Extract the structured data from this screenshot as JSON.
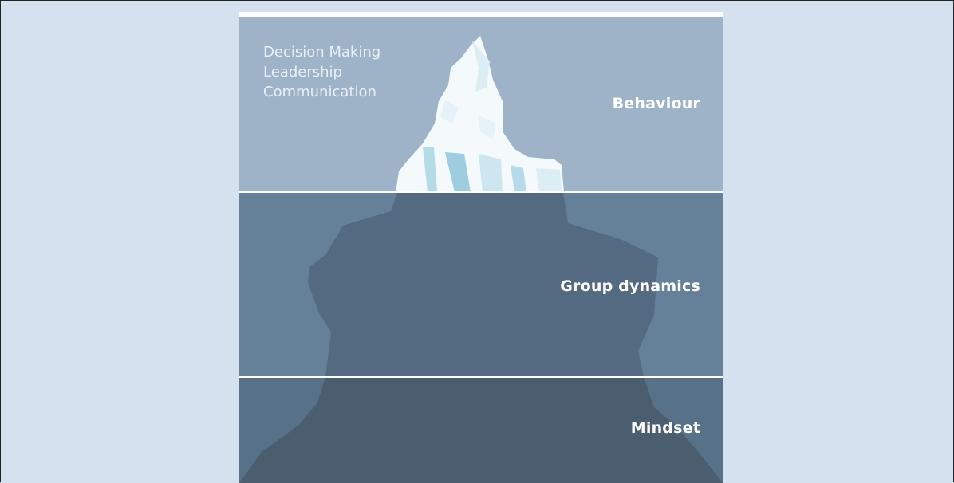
{
  "iceberg": {
    "tip_items": [
      "Decision Making",
      "Leadership",
      "Communication"
    ],
    "layers": {
      "top": "Behaviour",
      "middle": "Group dynamics",
      "bottom": "Mindset"
    }
  },
  "colors": {
    "page_background": "#d5e1ef",
    "sky": "#9eb3c7",
    "water_middle": "#65819a",
    "water_bottom": "#577189",
    "iceberg_middle": "#536a80",
    "iceberg_bottom": "#4b5e6f",
    "ice_white": "#f4f9fc",
    "ice_blue": "#b6dbe8"
  }
}
